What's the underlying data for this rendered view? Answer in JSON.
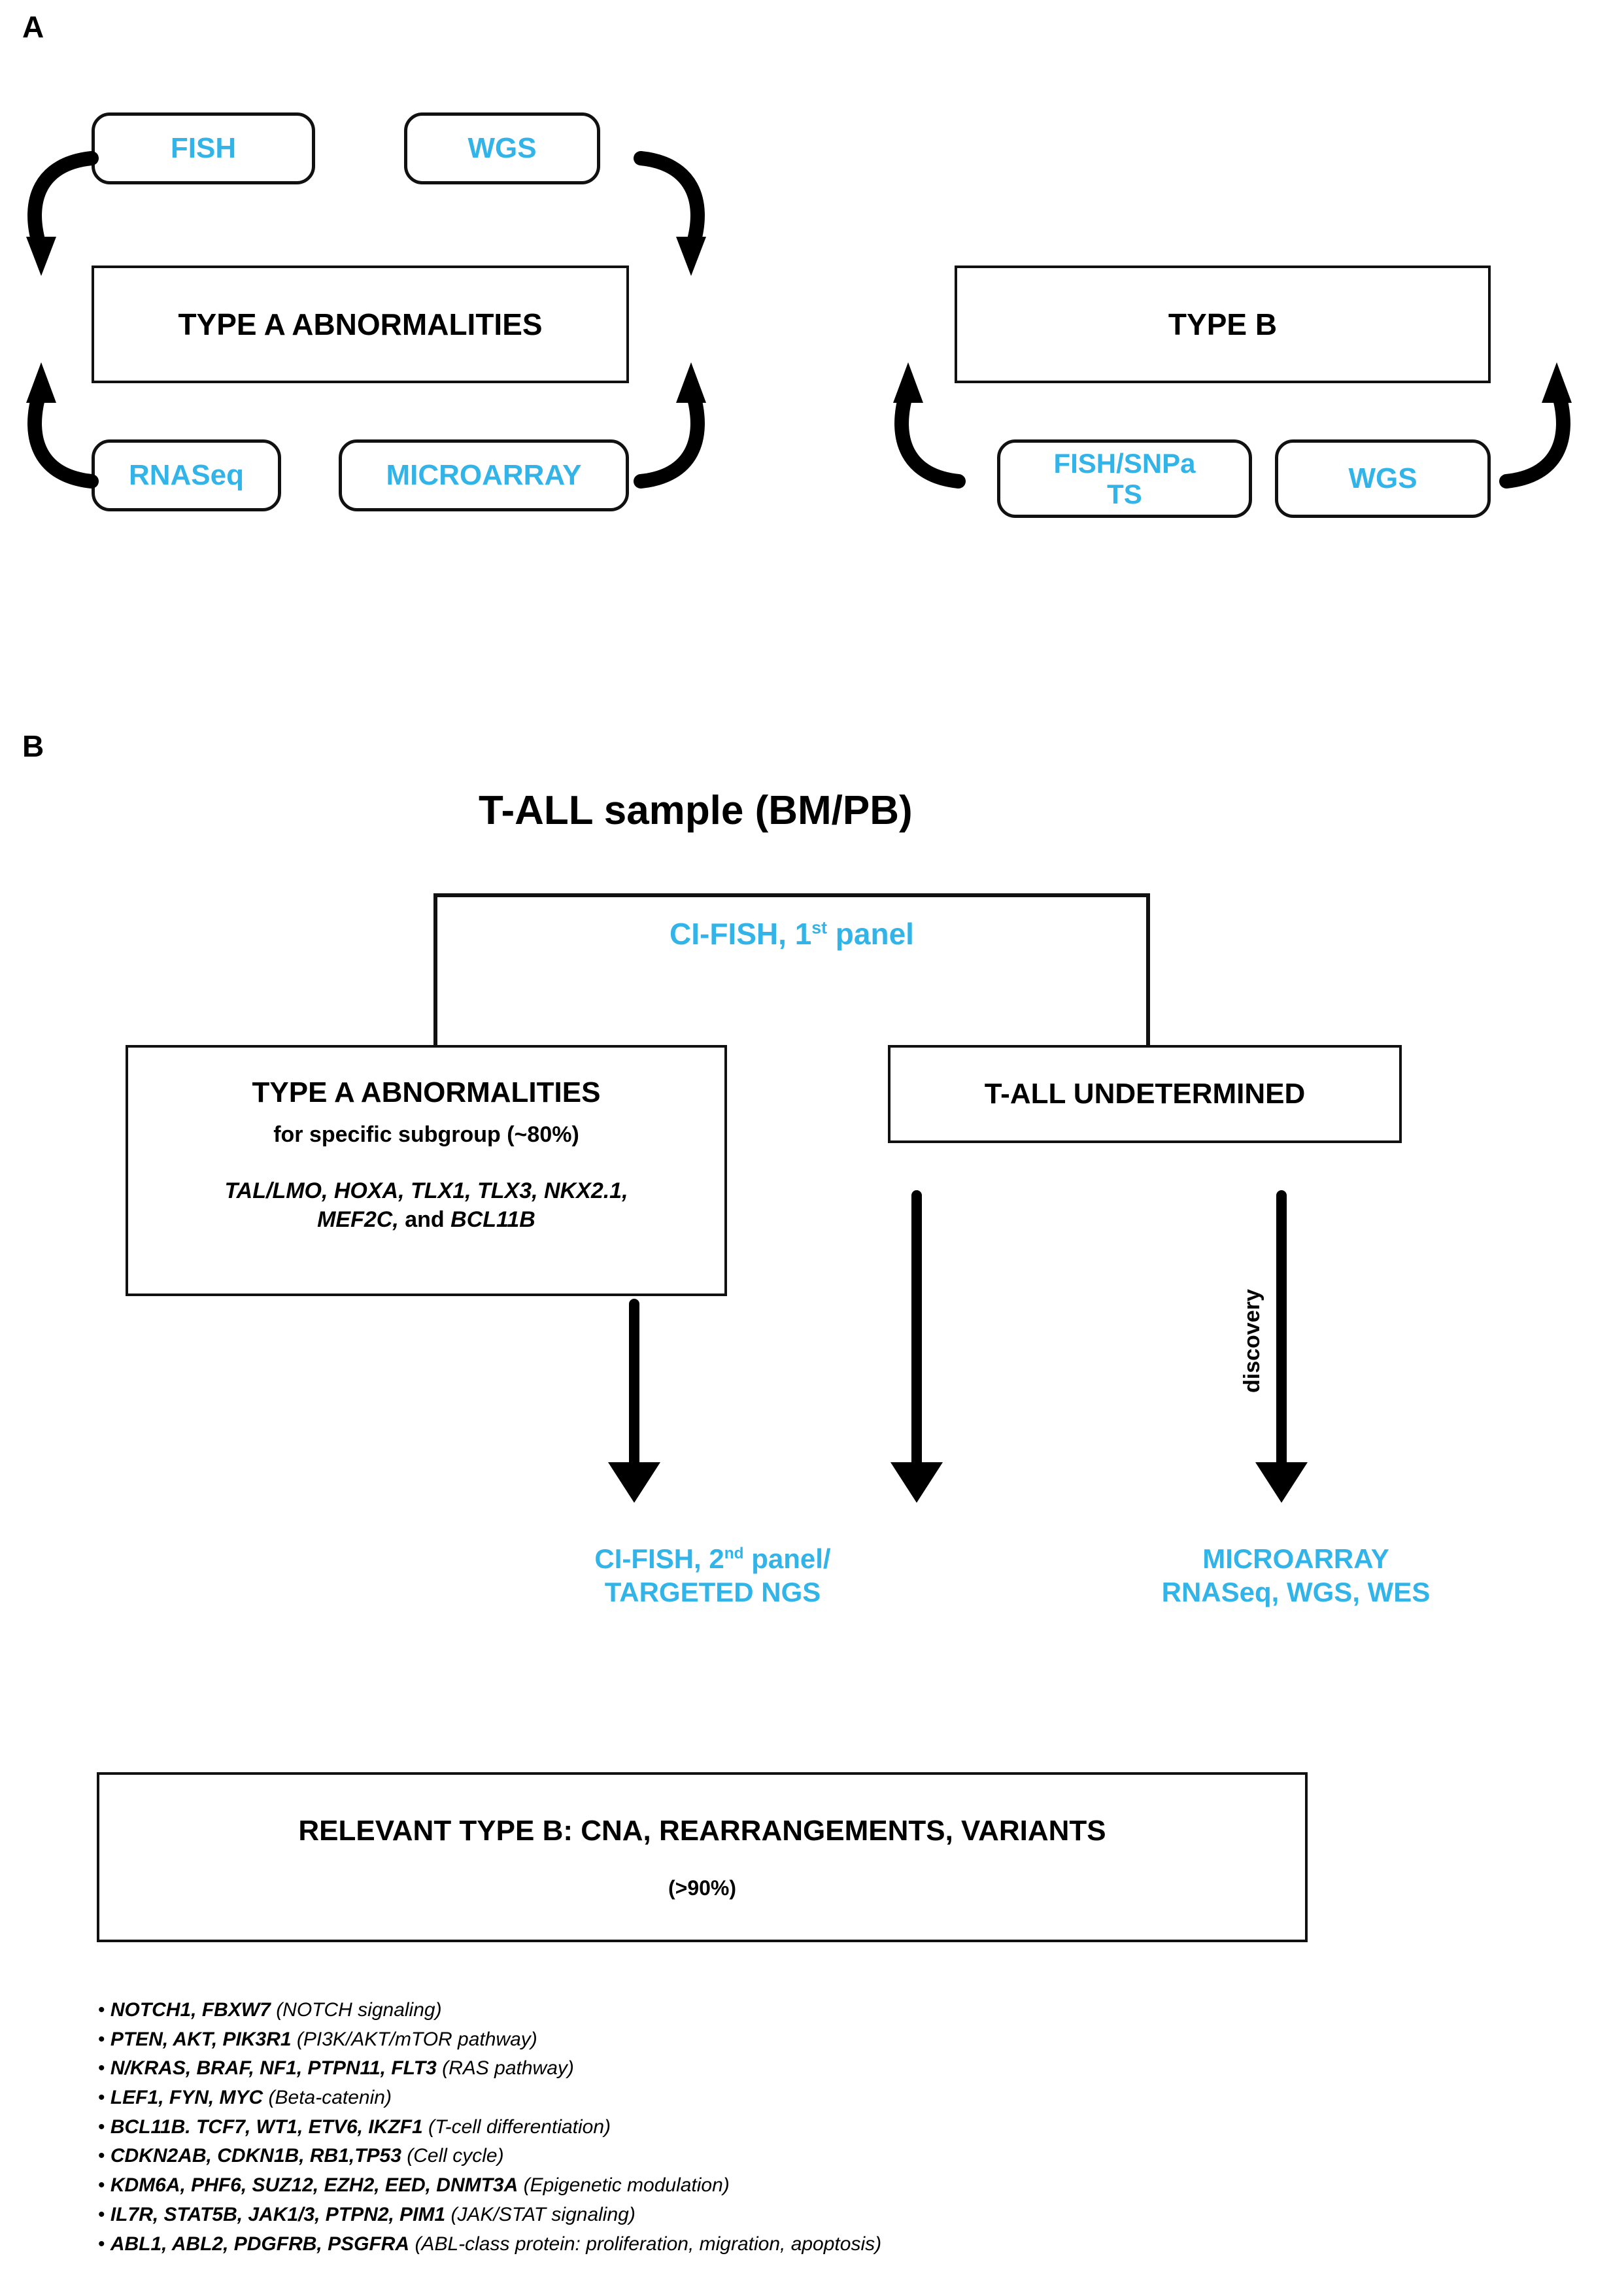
{
  "figure": {
    "panels": [
      {
        "letter": "A"
      },
      {
        "letter": "B"
      }
    ]
  },
  "panel_a": {
    "type_a": {
      "title": "TYPE A ABNORMALITIES",
      "methods_top": [
        "FISH",
        "WGS"
      ],
      "methods_bottom": [
        "RNASeq",
        "MICROARRAY"
      ]
    },
    "type_b": {
      "title": "TYPE B",
      "methods_bottom": [
        "FISH/SNPa\nTS",
        "WGS"
      ],
      "method_1_line1": "FISH/SNPa",
      "method_1_line2": "TS",
      "method_2": "WGS"
    }
  },
  "panel_b": {
    "title": "T-ALL sample (BM/PB)",
    "first_panel_label": "CI-FISH, 1",
    "first_panel_label_sup": "st",
    "first_panel_label_tail": " panel",
    "type_a_box": {
      "title": "TYPE A ABNORMALITIES",
      "subtitle": "for specific subgroup (~80%)",
      "genes_line1": "TAL/LMO, HOXA, TLX1, TLX3, NKX2.1,",
      "genes_line2_italic": "MEF2C,",
      "genes_line2_plain": " and ",
      "genes_line2_italic2": "BCL11B"
    },
    "undetermined_box": {
      "title": "T-ALL UNDETERMINED"
    },
    "discovery_label": "discovery",
    "caption_left": {
      "line1_pre": "CI-FISH, 2",
      "line1_sup": "nd",
      "line1_post": " panel/",
      "line2": "TARGETED NGS"
    },
    "caption_right": {
      "line1": "MICROARRAY",
      "line2": "RNASeq, WGS, WES"
    },
    "relevant_box": {
      "title": "RELEVANT TYPE B: CNA, REARRANGEMENTS, VARIANTS",
      "percent": "(>90%)"
    },
    "gene_bullets": [
      {
        "bullet": "• ",
        "genes": "NOTCH1, FBXW7",
        "pathway": " (NOTCH signaling)"
      },
      {
        "bullet": "• ",
        "genes": "PTEN, AKT, PIK3R1",
        "pathway": " (PI3K/AKT/mTOR pathway)"
      },
      {
        "bullet": "• ",
        "genes": "N/KRAS, BRAF, NF1, PTPN11, FLT3",
        "pathway": " (RAS pathway)"
      },
      {
        "bullet": "• ",
        "genes": "LEF1, FYN, MYC",
        "pathway": " (Beta-catenin)"
      },
      {
        "bullet": "• ",
        "genes": "BCL11B. TCF7, WT1, ETV6, IKZF1",
        "pathway": " (T-cell differentiation)"
      },
      {
        "bullet": "• ",
        "genes": "CDKN2AB, CDKN1B, RB1,TP53",
        "pathway": " (Cell cycle)"
      },
      {
        "bullet": "• ",
        "genes": "KDM6A, PHF6, SUZ12, EZH2, EED, DNMT3A",
        "pathway": " (Epigenetic modulation)"
      },
      {
        "bullet": "• ",
        "genes": "IL7R, STAT5B, JAK1/3, PTPN2, PIM1",
        "pathway": " (JAK/STAT  signaling)"
      },
      {
        "bullet": "• ",
        "genes": "ABL1, ABL2, PDGFRB, PSGFRA",
        "pathway": " (ABL-class protein: proliferation, migration, apoptosis)"
      }
    ]
  },
  "colors": {
    "accent_blue": "#33b4e9",
    "ink": "#111111",
    "background": "#ffffff"
  }
}
